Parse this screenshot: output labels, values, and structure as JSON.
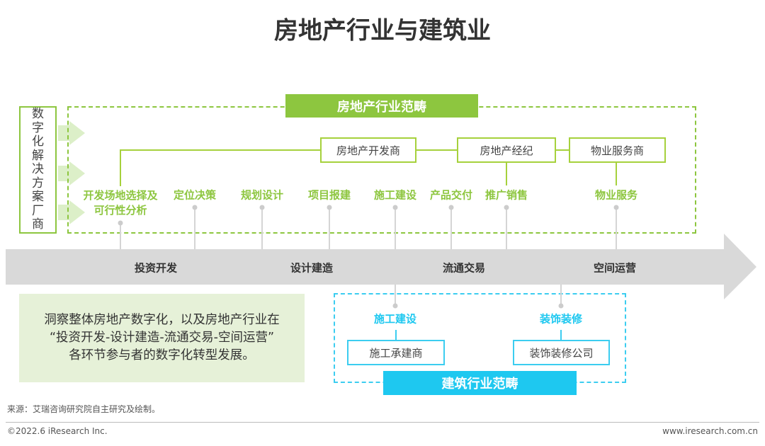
{
  "title": "房地产行业与建筑业",
  "real_estate_scope": "房地产行业范畴",
  "construction_scope": "建筑行业范畴",
  "vendor_label": [
    "数",
    "字",
    "化",
    "解",
    "决",
    "方",
    "案",
    "厂",
    "商"
  ],
  "companies": [
    "房地产开发商",
    "房地产经纪",
    "物业服务商"
  ],
  "stages": [
    "开发场地选择及",
    "可行性分析",
    "定位决策",
    "规划设计",
    "项目报建",
    "施工建设",
    "产品交付",
    "推广销售",
    "物业服务"
  ],
  "phases": [
    "投资开发",
    "设计建造",
    "流通交易",
    "空间运营"
  ],
  "construction_stages": [
    "施工建设",
    "装饰装修"
  ],
  "construction_companies": [
    "施工承建商",
    "装饰装修公司"
  ],
  "summary": [
    "洞察整体房地产数字化，以及房地产行业在",
    "“投资开发-设计建造-流通交易-空间运营”",
    "各环节参与者的数字化转型发展。"
  ],
  "source": "来源：艾瑞咨询研究院自主研究及绘制。",
  "copyright": "©2022.6 iResearch Inc.",
  "website": "www.iresearch.com.cn",
  "colors": {
    "green": "#8dc63f",
    "blue": "#1ec8f0",
    "grey": "#d9d9d9"
  }
}
